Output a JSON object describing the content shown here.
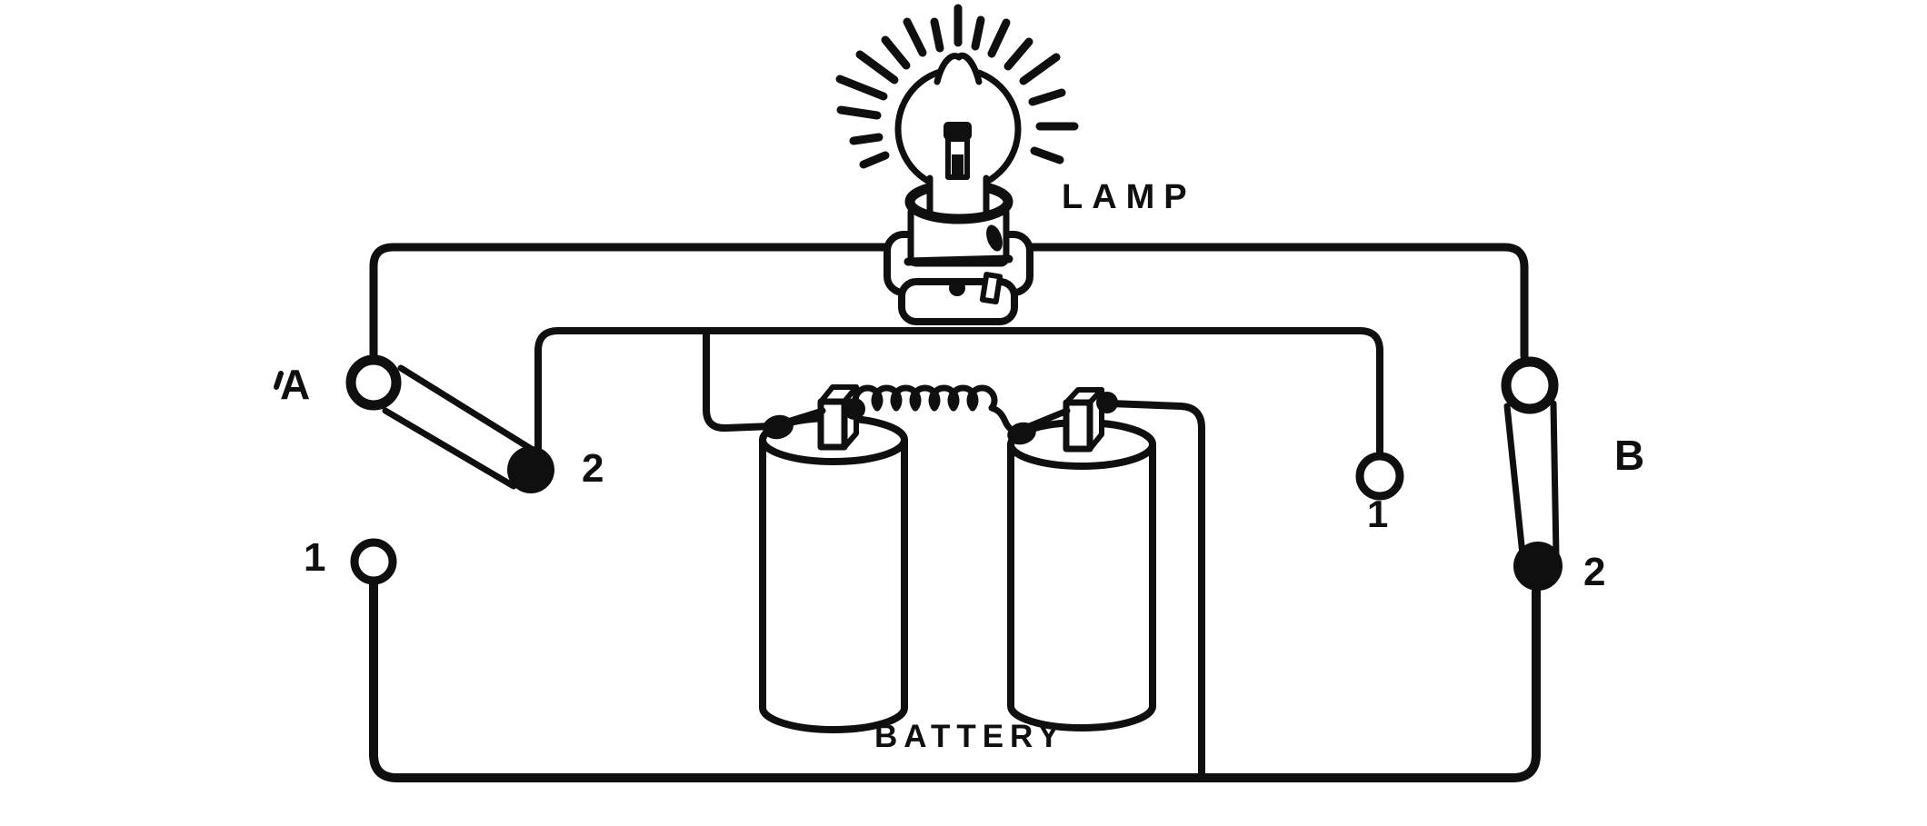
{
  "figure_type": "hand-drawn electrical circuit diagram (lamp controlled from two switch points, battery of two cells)",
  "colors": {
    "ink": "#0f0f0f",
    "paper": "#ffffff"
  },
  "labels": {
    "lamp": "LAMP",
    "battery": "BATTERY",
    "switch_a": "A",
    "switch_b": "B",
    "switch_a_contact_1": "1",
    "switch_a_contact_2": "2",
    "switch_b_contact_1": "1",
    "switch_b_contact_2": "2"
  },
  "components": [
    {
      "name": "lamp-bulb-icon",
      "description": "incandescent bulb with radiating light rays on a screw socket"
    },
    {
      "name": "switch-a-icon",
      "description": "lever knife switch, blade resting on filled contact 2; open contact 1 below"
    },
    {
      "name": "switch-b-icon",
      "description": "lever knife switch, blade resting on filled contact 2; open contact 1 to the left"
    },
    {
      "name": "battery-icon",
      "description": "two cylindrical dry cells, terminal posts joined by a coiled wire"
    }
  ]
}
